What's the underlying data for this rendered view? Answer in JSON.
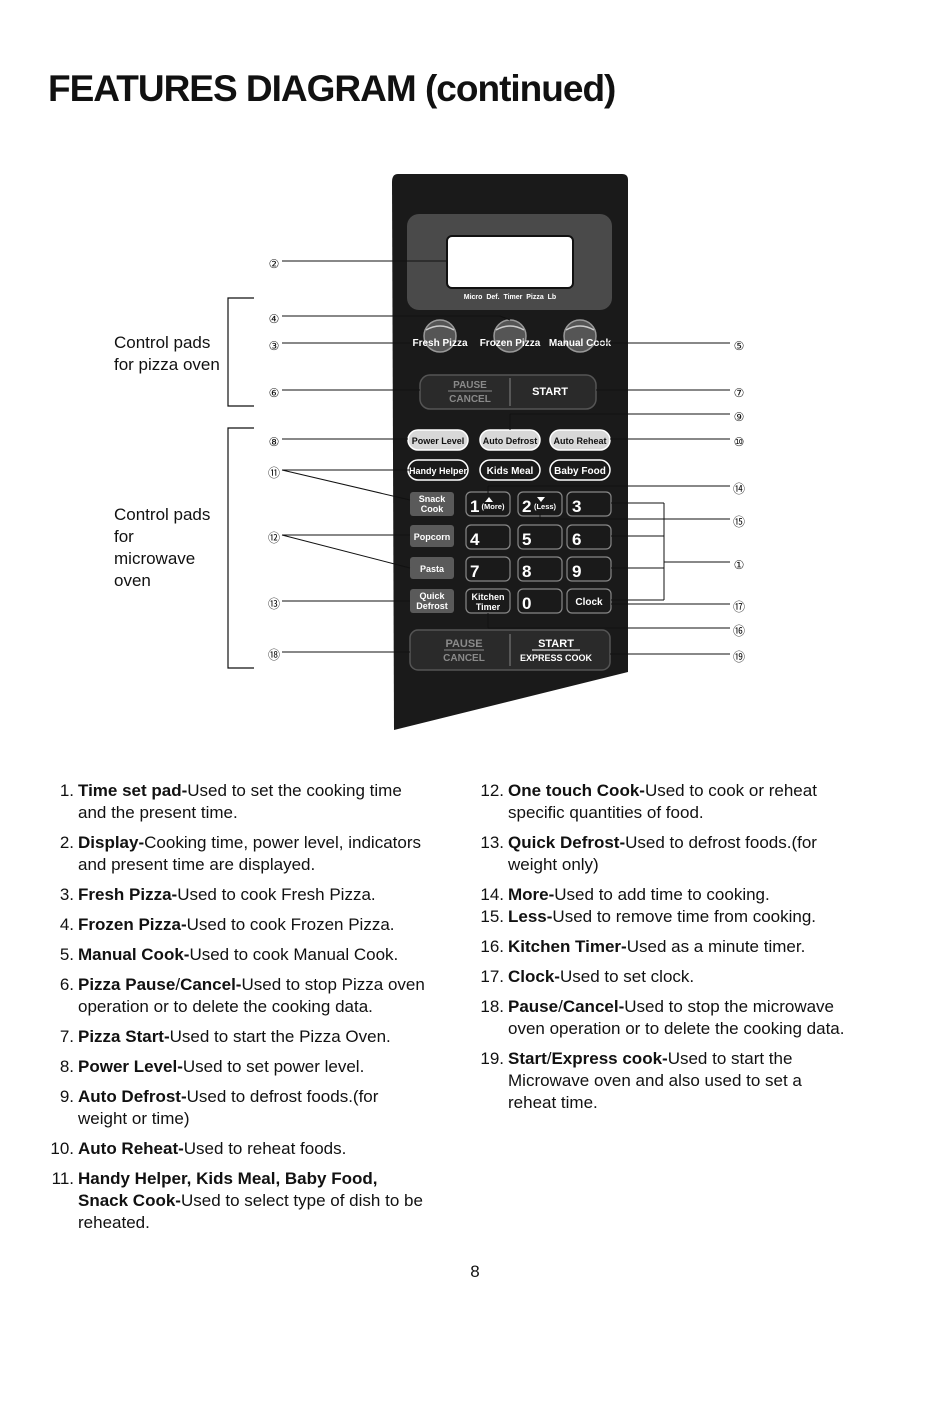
{
  "title": "FEATURES DIAGRAM (continued)",
  "group_labels": {
    "pizza": "Control pads\nfor pizza oven",
    "microwave": "Control pads\nfor\nmicrowave\noven"
  },
  "panel": {
    "indicators": "Micro  Def.  Timer  Pizza  Lb",
    "fresh_pizza": "Fresh Pizza",
    "frozen_pizza": "Frozen Pizza",
    "manual_cook": "Manual Cook",
    "pizza_pause": "PAUSE",
    "pizza_cancel": "CANCEL",
    "pizza_start": "START",
    "power_level": "Power Level",
    "auto_defrost": "Auto Defrost",
    "auto_reheat": "Auto Reheat",
    "handy_helper": "Handy Helper",
    "kids_meal": "Kids Meal",
    "baby_food": "Baby Food",
    "snack_cook_1": "Snack",
    "snack_cook_2": "Cook",
    "popcorn": "Popcorn",
    "pasta": "Pasta",
    "quick_defrost_1": "Quick",
    "quick_defrost_2": "Defrost",
    "kitchen_timer_1": "Kitchen",
    "kitchen_timer_2": "Timer",
    "more": "(More)",
    "less": "(Less)",
    "digits": [
      "1",
      "2",
      "3",
      "4",
      "5",
      "6",
      "7",
      "8",
      "9",
      "0"
    ],
    "clock": "Clock",
    "mw_pause": "PAUSE",
    "mw_cancel": "CANCEL",
    "mw_start": "START",
    "mw_express": "EXPRESS COOK"
  },
  "callouts": {
    "c1": "①",
    "c2": "②",
    "c3": "③",
    "c4": "④",
    "c5": "⑤",
    "c6": "⑥",
    "c7": "⑦",
    "c8": "⑧",
    "c9": "⑨",
    "c10": "⑩",
    "c11": "⑪",
    "c12": "⑫",
    "c13": "⑬",
    "c14": "⑭",
    "c15": "⑮",
    "c16": "⑯",
    "c17": "⑰",
    "c18": "⑱",
    "c19": "⑲"
  },
  "features_left": [
    {
      "num": "1.",
      "bold": "Time set pad-",
      "text": "Used to set the cooking time",
      "cont": "and the present time."
    },
    {
      "num": "2.",
      "bold": "Display-",
      "text": "Cooking time, power level, indicators",
      "cont": "and present time are displayed."
    },
    {
      "num": "3.",
      "bold": "Fresh Pizza-",
      "text": "Used to cook Fresh Pizza.",
      "cont": ""
    },
    {
      "num": "4.",
      "bold": "Frozen Pizza-",
      "text": "Used to cook Frozen Pizza.",
      "cont": ""
    },
    {
      "num": "5.",
      "bold": "Manual Cook-",
      "text": "Used to cook Manual Cook.",
      "cont": ""
    },
    {
      "num": "6.",
      "bold": "Pizza Pause",
      "sep": "/",
      "bold2": "Cancel-",
      "text": "Used to stop Pizza oven",
      "cont": "operation or to delete the cooking data."
    },
    {
      "num": "7.",
      "bold": "Pizza Start-",
      "text": "Used to start the Pizza Oven.",
      "cont": ""
    },
    {
      "num": "8.",
      "bold": "Power Level-",
      "text": "Used to set power level.",
      "cont": ""
    },
    {
      "num": "9.",
      "bold": "Auto Defrost-",
      "text": "Used to defrost foods.(for",
      "cont": "weight or time)"
    },
    {
      "num": "10.",
      "bold": "Auto Reheat-",
      "text": "Used to reheat foods.",
      "cont": ""
    },
    {
      "num": "11.",
      "bold": "Handy Helper, Kids Meal, Baby Food,",
      "text": "",
      "bold_cont": "Snack Cook-",
      "cont": "Used to select type of dish to be",
      "cont2": "reheated."
    }
  ],
  "features_right": [
    {
      "num": "12.",
      "bold": "One touch Cook-",
      "text": "Used to cook or reheat",
      "cont": "specific quantities of food."
    },
    {
      "num": "13.",
      "bold": "Quick Defrost-",
      "text": "Used to defrost foods.(for",
      "cont": "weight only)"
    },
    {
      "num": "14.",
      "bold": "More-",
      "text": "Used to add time to cooking.",
      "cont": ""
    },
    {
      "num": "15.",
      "bold": "Less-",
      "text": "Used to remove time from cooking.",
      "cont": ""
    },
    {
      "num": "16.",
      "bold": "Kitchen Timer-",
      "text": "Used as a minute timer.",
      "cont": ""
    },
    {
      "num": "17.",
      "bold": "Clock-",
      "text": "Used to set clock.",
      "cont": ""
    },
    {
      "num": "18.",
      "bold": "Pause",
      "sep": "/",
      "bold2": "Cancel-",
      "text": "Used to stop the microwave",
      "cont": "oven operation or to delete the cooking data."
    },
    {
      "num": "19.",
      "bold": "Start",
      "sep": "/",
      "bold2": "Express cook-",
      "text": "Used to start the",
      "cont": "Microwave oven and also used to set a",
      "cont2": "reheat time."
    }
  ],
  "page_number": "8"
}
